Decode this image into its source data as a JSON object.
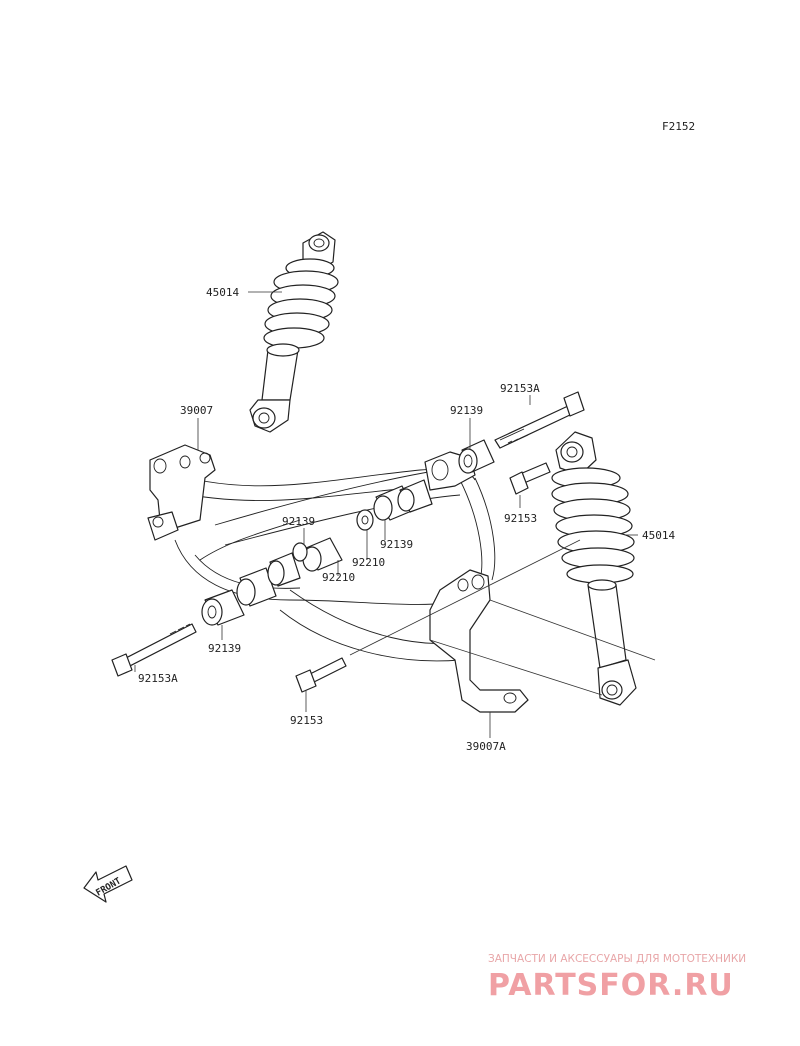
{
  "figure_code": "F2152",
  "callouts": {
    "shock_top": "45014",
    "shock_right": "45014",
    "arm_left": "39007",
    "arm_right": "39007A",
    "bolt_a_top": "92153A",
    "bolt_a_bottom": "92153A",
    "bolt_top": "92153",
    "bolt_bottom": "92153",
    "bushing_top_right": "92139",
    "bushing_mid_upper": "92139",
    "bushing_mid_center": "92139",
    "bushing_left": "92139",
    "collar_upper": "92210",
    "collar_lower": "92210"
  },
  "front_marker": "FRONT",
  "watermark": {
    "tagline": "ЗАПЧАСТИ И АКСЕССУАРЫ ДЛЯ МОТОТЕХНИКИ",
    "brand": "PARTSFOR.RU"
  },
  "colors": {
    "line": "#222222",
    "watermark": "#f0a0a4"
  }
}
